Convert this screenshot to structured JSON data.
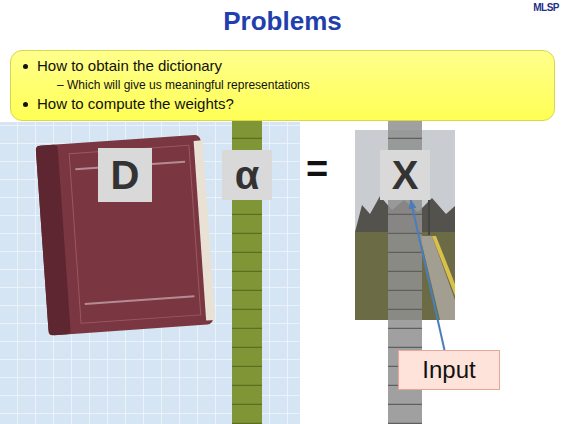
{
  "diagram": {
    "title": "Problems",
    "nodes": [
      {
        "text": [
          "How to obtain the dictionary",
          "– Which will give us meaningful representations",
          "How to compute the weights?"
        ]
      },
      {
        "text": [
          "D"
        ]
      },
      {
        "text": [
          "α"
        ]
      },
      {
        "text": [
          "X"
        ]
      },
      {
        "text": [
          "Input"
        ]
      }
    ],
    "edges": [
      {
        "from": 4,
        "to": 3,
        "arrow": "to"
      }
    ],
    "labels": [
      "MLSP",
      "="
    ]
  }
}
